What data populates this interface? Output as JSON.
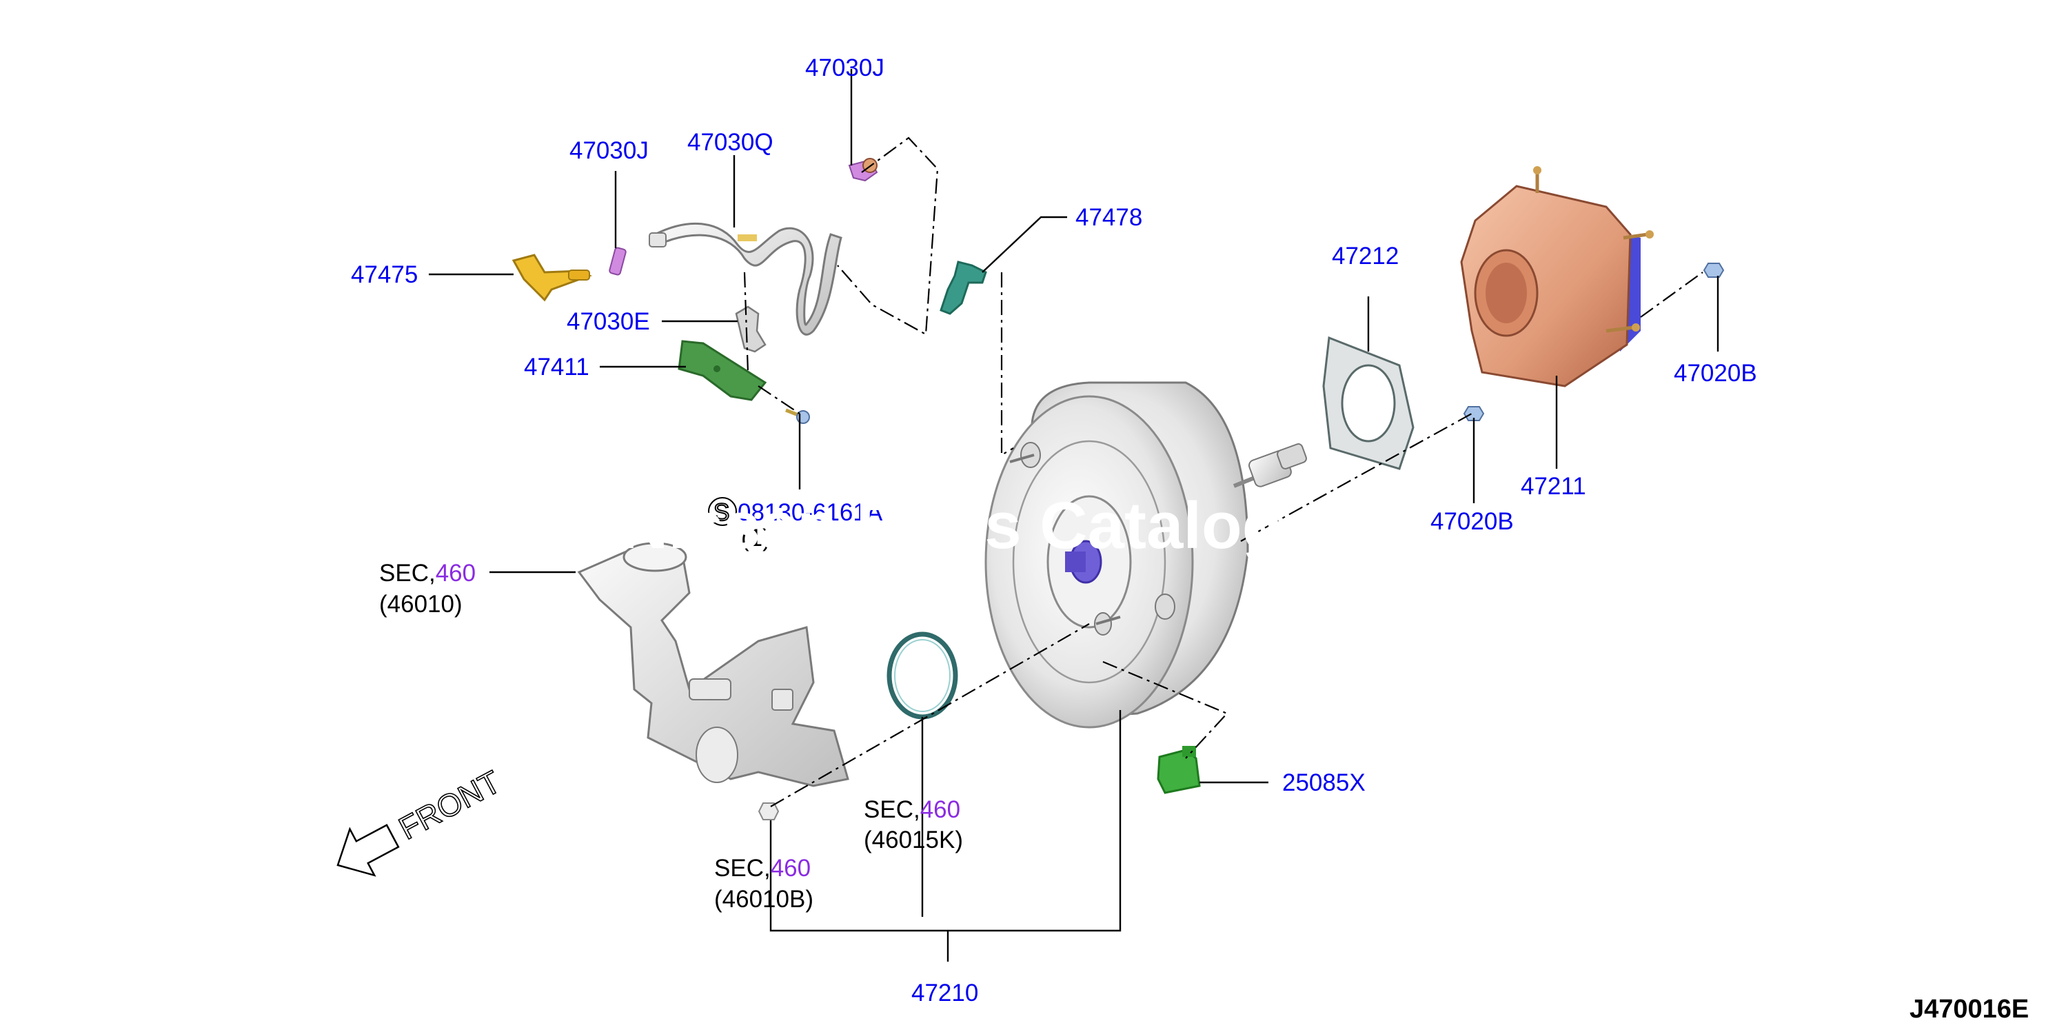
{
  "labels": {
    "p47030J_top": "47030J",
    "p47030J_left": "47030J",
    "p47030Q": "47030Q",
    "p47475": "47475",
    "p47030E": "47030E",
    "p47411": "47411",
    "p47478": "47478",
    "p47212": "47212",
    "p47020B": "47020B",
    "p47211": "47211",
    "p470205": "47020B",
    "p08130": "08130-6161A",
    "p08130_qty": "(1)",
    "sec_word": "SEC,",
    "sec_num": "460",
    "p46010": "(46010)",
    "p46015K": "(46015K)",
    "p46010B": "(46010B)",
    "p25085X": "25085X",
    "p47210": "47210",
    "front": "FRONT",
    "diagram_code": "J470016E",
    "watermark": "Nissan Parts Catalog",
    "screw_symbol": "S"
  },
  "colors": {
    "part_number": "#0000ee",
    "section_ref": "#8a2be2",
    "leader": "#000000"
  }
}
